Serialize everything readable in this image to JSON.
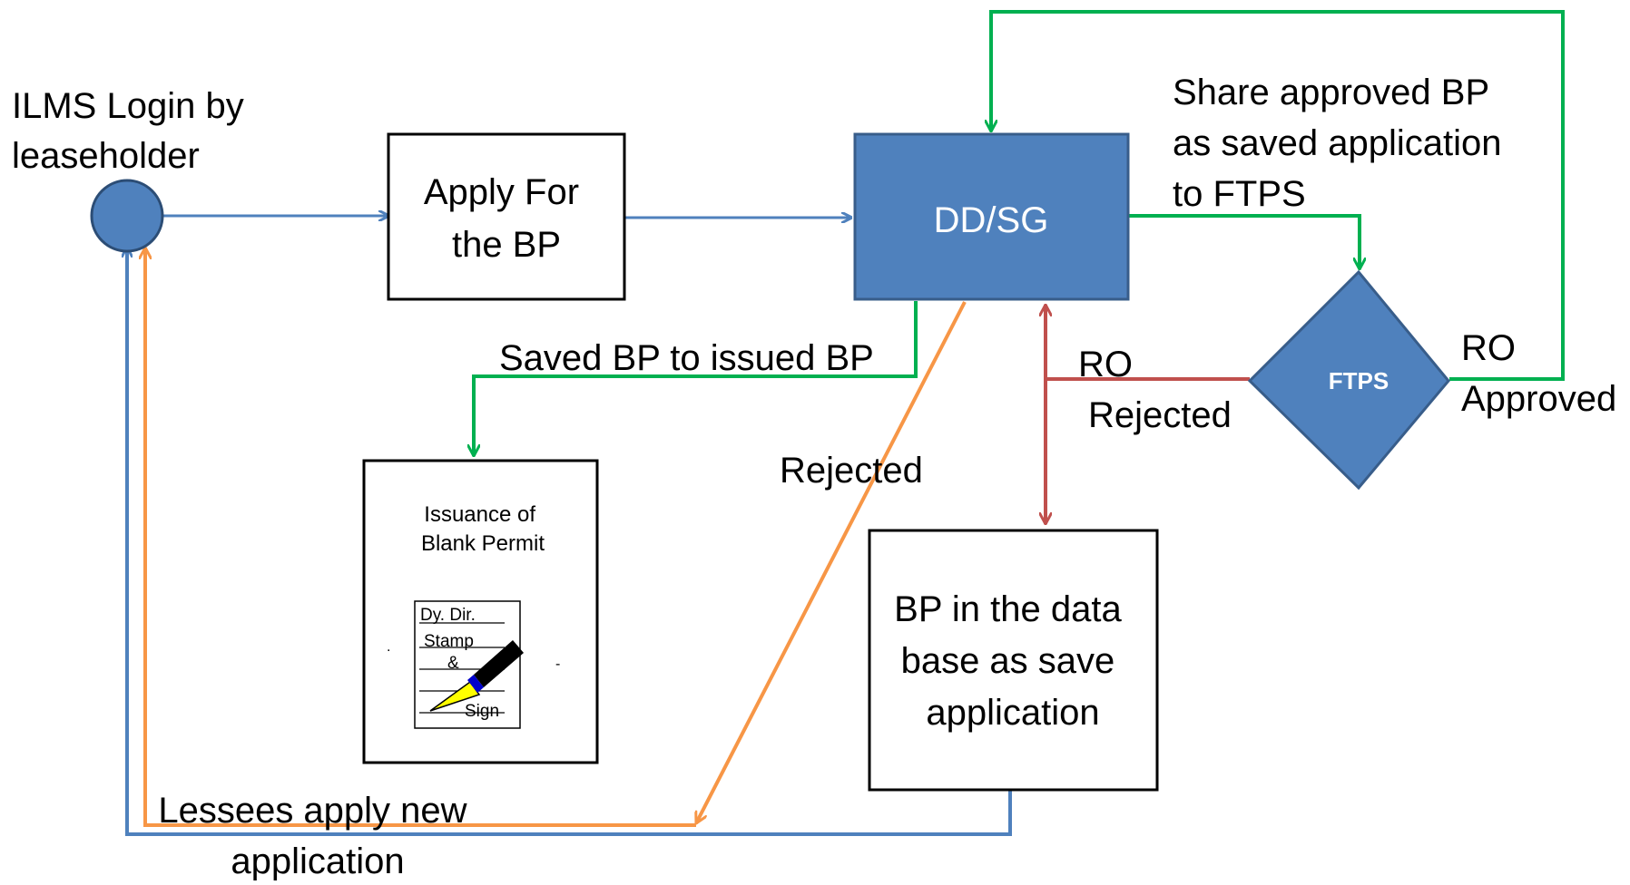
{
  "nodes": {
    "start": {
      "label_lines": [
        "ILMS Login by",
        "leaseholder"
      ]
    },
    "apply": {
      "label_lines": [
        "Apply For",
        "the BP"
      ]
    },
    "ddsg": {
      "label": "DD/SG"
    },
    "ftps": {
      "label": "FTPS"
    },
    "issuance": {
      "title_lines": [
        "Issuance of",
        "Blank Permit"
      ],
      "stamp_lines": [
        "Dy. Dir.",
        "Stamp",
        "&",
        "Sign"
      ]
    },
    "database": {
      "label_lines": [
        "BP in the data",
        "base as save",
        "application"
      ]
    }
  },
  "edges": {
    "share": {
      "label_lines": [
        "Share approved BP",
        "as saved application",
        "to FTPS"
      ]
    },
    "saved_to_issued": {
      "label": "Saved BP to issued BP"
    },
    "ro_rejected": {
      "label_lines": [
        "RO",
        "Rejected"
      ]
    },
    "ro_approved": {
      "label_lines": [
        "RO",
        "Approved"
      ]
    },
    "rejected": {
      "label": "Rejected"
    },
    "new_application": {
      "label_lines": [
        "Lessees apply new",
        "application"
      ]
    }
  },
  "colors": {
    "blue": "#4f81bd",
    "green": "#00b050",
    "red": "#c0504d",
    "orange": "#f79646",
    "node_fill": "#4f81bd",
    "node_stroke": "#385d8a"
  }
}
